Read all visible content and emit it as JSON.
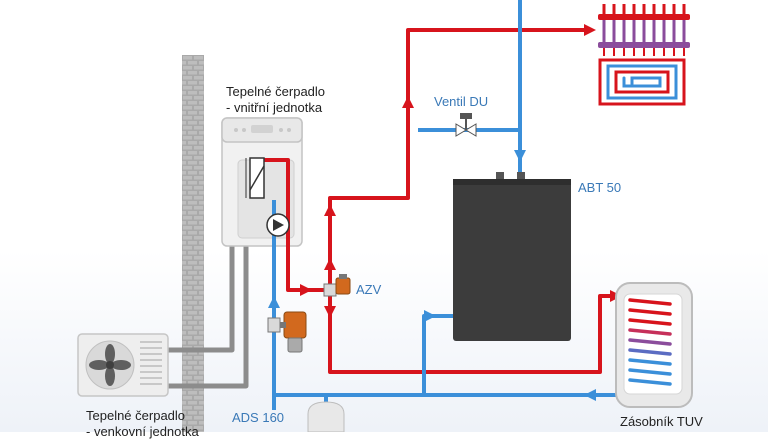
{
  "colors": {
    "hot": "#d7141c",
    "cold": "#3b8fd9",
    "grey_pipe": "#8c8c8c",
    "label_dark": "#222222",
    "label_blue": "#3a79b7",
    "tank": "#3c3c3c"
  },
  "labels": {
    "indoor_unit_line1": "Tepelné čerpadlo",
    "indoor_unit_line2": "- vnitřní jednotka",
    "valve_du": "Ventil DU",
    "abt": "ABT 50",
    "azv": "AZV",
    "ads": "ADS 160",
    "outdoor_unit_line1": "Tepelné čerpadlo",
    "outdoor_unit_line2": "- venkovní jednotka",
    "tuv": "Zásobník TUV"
  },
  "icons": [
    "brick-wall",
    "indoor-unit",
    "heat-exchanger-icon",
    "pump-icon",
    "fan-icon",
    "valve-icon",
    "filter-icon",
    "expansion-vessel-icon",
    "underfloor-heating-icon",
    "hot-water-tank-icon"
  ]
}
